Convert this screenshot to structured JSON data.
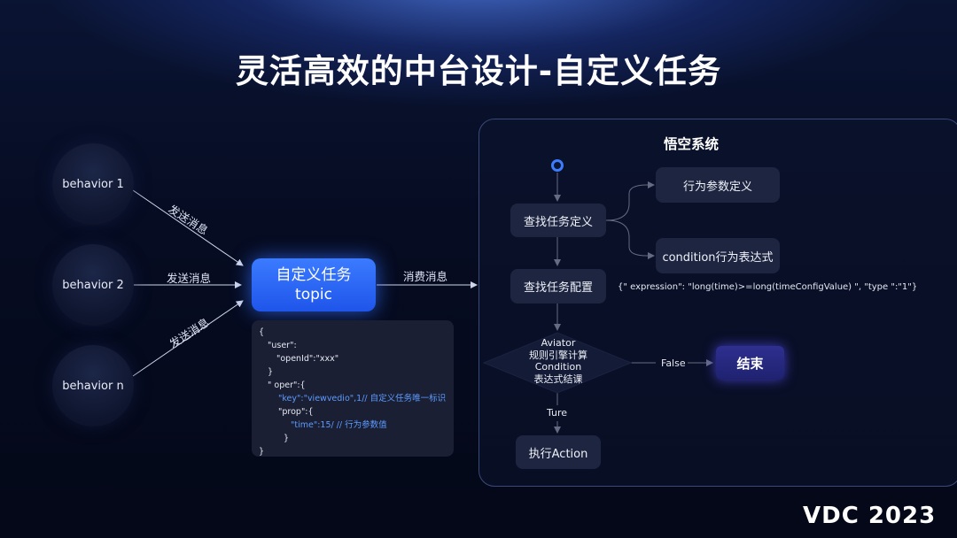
{
  "title": "灵活高效的中台设计-自定义任务",
  "behaviors": [
    "behavior 1",
    "behavior 2",
    "behavior n"
  ],
  "send_label": "发送消息",
  "topic": {
    "line1": "自定义任务",
    "line2": "topic"
  },
  "consume_label": "消费消息",
  "code": {
    "l1": "{",
    "l2": "\"user\":",
    "l3": "\"openId\":\"xxx\"",
    "l4": "}",
    "l5": "\" oper\":{",
    "l6": "\"key\":\"viewvedio\",1// 自定义任务唯一标识",
    "l7": "\"prop\":{",
    "l8": "\"time\":15/ // 行为参数值",
    "l9": "}",
    "l10": "}"
  },
  "system": {
    "title": "悟空系统",
    "find_def": "查找任务定义",
    "param_def": "行为参数定义",
    "condition_expr": "condition行为表达式",
    "find_config": "查找任务配置",
    "expression": "{\" expression\": \"long(time)>=long(timeConfigValue) \", \"type \":\"1\"}",
    "decision": {
      "l1": "Aviator",
      "l2": "规则引擎计算",
      "l3": "Condition",
      "l4": "表达式结课"
    },
    "false_label": "False",
    "end_label": "结束",
    "true_label": "Ture",
    "action": "执行Action"
  },
  "logo": "VDC 2023",
  "colors": {
    "accent": "#3b7bff",
    "background": "#050a1c",
    "box": "#1d2540",
    "end": "#2e2f8f"
  }
}
